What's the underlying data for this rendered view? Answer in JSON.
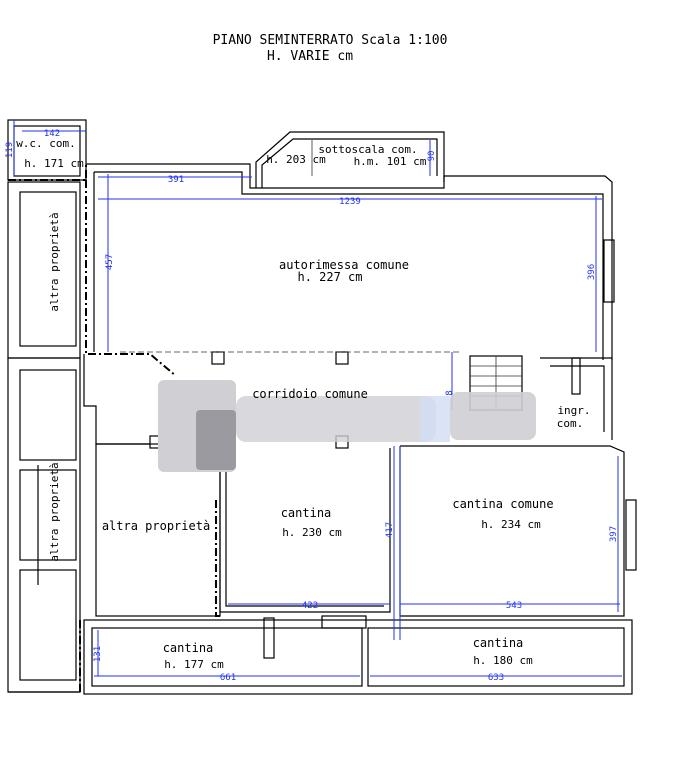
{
  "title": {
    "line1": "PIANO SEMINTERRATO Scala 1:100",
    "line2": "H. VARIE cm"
  },
  "rooms": {
    "wc": {
      "name": "w.c. com.",
      "height": "h. 171 cm"
    },
    "sottoscala": {
      "name": "sottoscala com.",
      "height_left": "h. 203 cm",
      "height_right": "h.m. 101 cm"
    },
    "autorimessa": {
      "name": "autorimessa comune",
      "height": "h. 227 cm"
    },
    "corridoio": {
      "name": "corridoio comune"
    },
    "altra_top": {
      "name": "altra proprietà"
    },
    "altra_bottom": {
      "name": "altra proprietà"
    },
    "altra_mid": {
      "name": "altra proprietà"
    },
    "ingr": {
      "line1": "ingr.",
      "line2": "com."
    },
    "cantina_mid": {
      "name": "cantina",
      "height": "h. 230 cm"
    },
    "cantina_comune": {
      "name": "cantina comune",
      "height": "h. 234 cm"
    },
    "cantina_bl": {
      "name": "cantina",
      "height": "h. 177 cm"
    },
    "cantina_br": {
      "name": "cantina",
      "height": "h. 180 cm"
    }
  },
  "dimensions": {
    "d142": "142",
    "d119": "119",
    "d90": "90",
    "d391": "391",
    "d1239": "1239",
    "d457": "457",
    "d396": "396",
    "d8": "8",
    "d417": "417",
    "d397": "397",
    "d422": "422",
    "d543": "543",
    "d131": "131",
    "d661": "661",
    "d633": "633"
  }
}
